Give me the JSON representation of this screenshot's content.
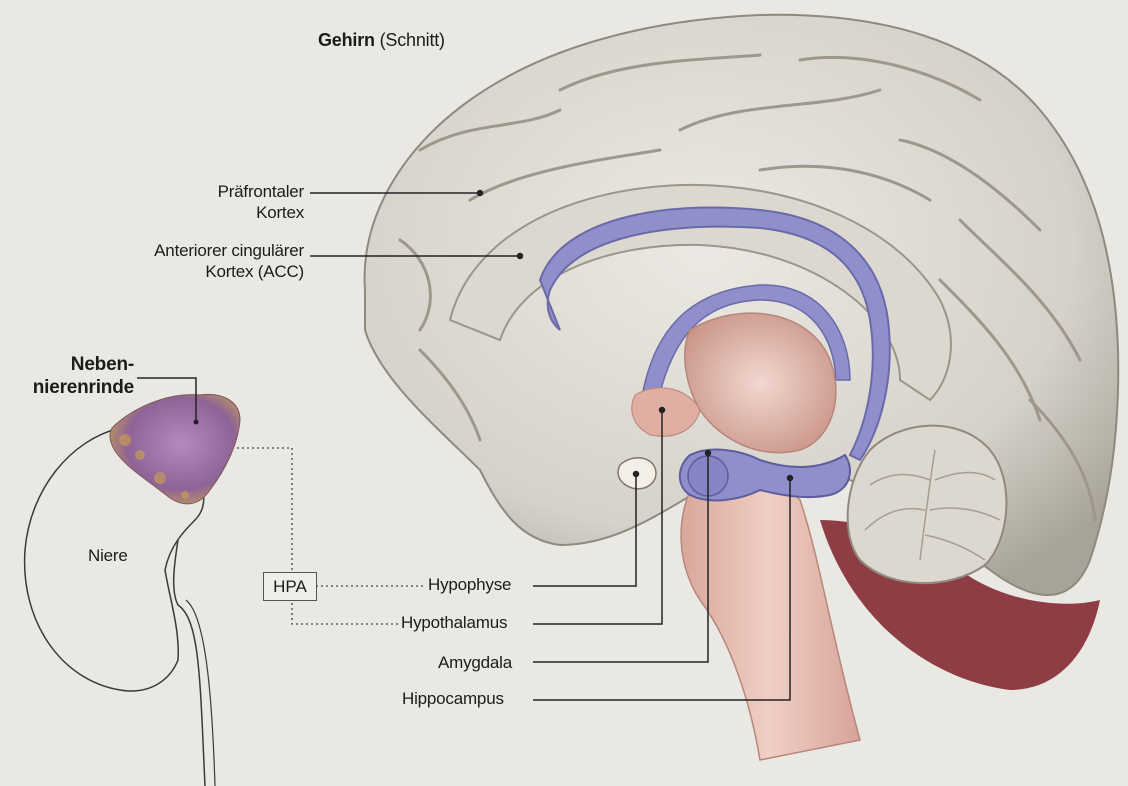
{
  "title": {
    "main": "Gehirn",
    "sub": "(Schnitt)"
  },
  "labels": {
    "prefrontal_line1": "Präfrontaler",
    "prefrontal_line2": "Kortex",
    "acc_line1": "Anteriorer cingulärer",
    "acc_line2": "Kortex (ACC)",
    "adrenal_line1": "Neben-",
    "adrenal_line2": "nierenrinde",
    "kidney": "Niere",
    "hpa": "HPA",
    "pituitary": "Hypophyse",
    "hypothalamus": "Hypothalamus",
    "amygdala": "Amygdala",
    "hippocampus": "Hippocampus"
  },
  "colors": {
    "background": "#e9e8e3",
    "cortex": "#d9d6cf",
    "cortex_shadow": "#a9a49a",
    "limbic_blue": "#8f8fcc",
    "brainstem": "#e3b8ad",
    "cerebellum_red": "#8e3d45",
    "adrenal_purple": "#9a6fa3",
    "adrenal_ochre": "#c49a5a"
  }
}
